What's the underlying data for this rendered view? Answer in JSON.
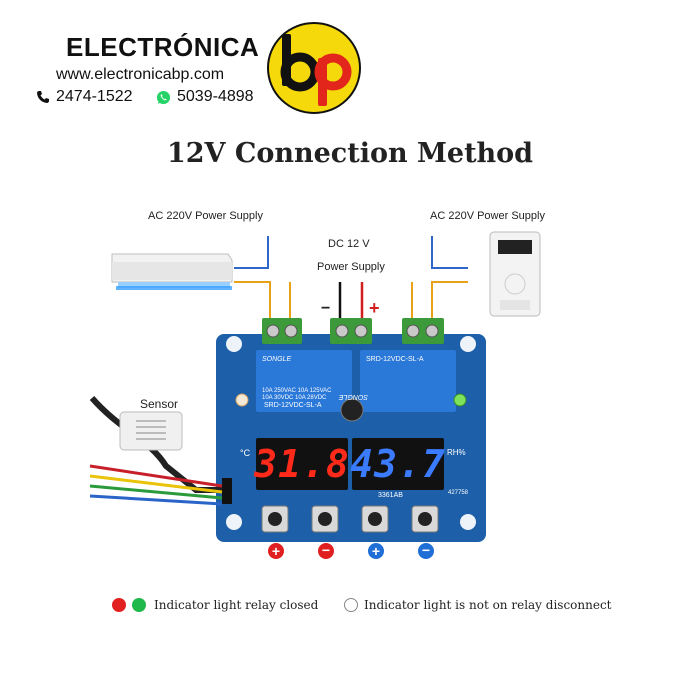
{
  "brand": {
    "name": "ELECTRÓNICA",
    "url": "www.electronicabp.com",
    "phone": "2474-1522",
    "whatsapp": "5039-4898",
    "logo_text": "bp",
    "colors": {
      "logo_yellow": "#f5d90a",
      "logo_red": "#e3261c",
      "whatsapp": "#25d366"
    }
  },
  "title": "12V Connection Method",
  "labels": {
    "ac_left": "AC 220V Power Supply",
    "ac_right": "AC 220V Power Supply",
    "dc_line1": "DC 12 V",
    "dc_line2": "Power Supply",
    "minus": "−",
    "plus": "+",
    "sensor": "Sensor"
  },
  "board": {
    "relay_left": {
      "brand": "SONGLE",
      "model": "SRD-12VDC-SL-A",
      "rating1": "10A 250VAC  10A 125VAC",
      "rating2": "10A 30VDC   10A 28VDC"
    },
    "relay_right": {
      "brand": "SONGLE",
      "model": "SRD-12VDC-SL-A"
    },
    "display_left": "31.8",
    "display_right": "43.7",
    "unit_left": "°C",
    "unit_right": "RH%",
    "chip_code": "3361AB",
    "board_code": "427758",
    "colors": {
      "pcb": "#1d5fa8",
      "display_red": "#ff2a1a",
      "display_blue": "#3a7bff",
      "terminal_green": "#3c9a3a"
    }
  },
  "buttons": [
    {
      "symbol": "+",
      "color": "#e02020"
    },
    {
      "symbol": "−",
      "color": "#e02020"
    },
    {
      "symbol": "+",
      "color": "#1f6fd6"
    },
    {
      "symbol": "−",
      "color": "#1f6fd6"
    }
  ],
  "legend": {
    "closed_text": "Indicator light relay closed",
    "open_text": "Indicator light is not on  relay disconnect",
    "colors": {
      "red": "#e32020",
      "green": "#20b84a"
    }
  }
}
